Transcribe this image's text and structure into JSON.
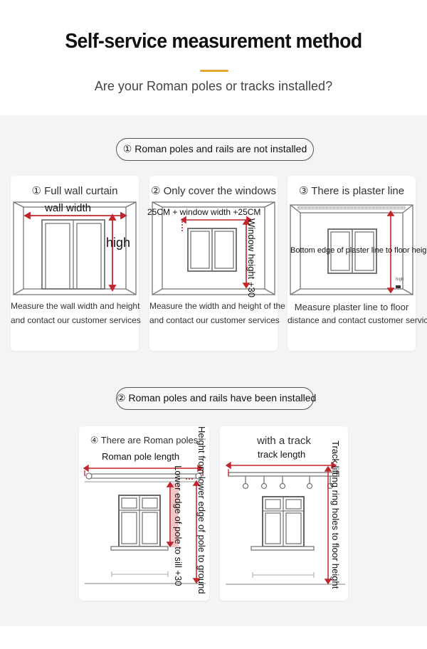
{
  "header": {
    "title": "Self-service measurement method",
    "subtitle": "Are your Roman poles or tracks installed?"
  },
  "section1": {
    "label": "① Roman poles and rails are not installed",
    "cards": [
      {
        "title": "① Full wall curtain",
        "width_label": "wall width",
        "height_label": "high",
        "caption_line1": "Measure the wall width and height",
        "caption_line2": "and contact our customer services"
      },
      {
        "title": "② Only cover the windows",
        "width_label": "25CM + window width +25CM",
        "height_label": "Window height +30",
        "caption_line1": "Measure the width and height of the window",
        "caption_line2": "and contact our customer services"
      },
      {
        "title": "③ There is plaster line",
        "height_label": "Bottom edge of plaster line to floor height",
        "small_label": "high",
        "caption_line1": "Measure plaster line to floor",
        "caption_line2": "distance and contact customer service"
      }
    ]
  },
  "section2": {
    "label": "② Roman poles and rails have been installed",
    "cards": [
      {
        "title": "④ There are Roman poles",
        "width_label": "Roman pole length",
        "label_pole_sill": "Lower edge of pole to sill +30",
        "label_pole_ground": "Height from lower edge of pole to ground"
      },
      {
        "title": "with a track",
        "width_label": "track length",
        "height_label": "Track lifting ring holes to floor height"
      }
    ]
  },
  "colors": {
    "accent": "#e3a72f",
    "measure_line": "#c0262b",
    "background": "#f4f4f4"
  }
}
